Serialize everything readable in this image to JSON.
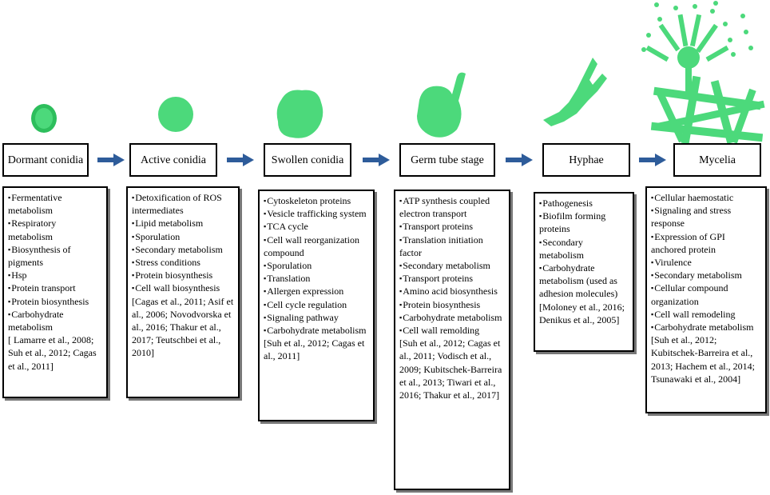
{
  "colors": {
    "cell_fill": "#4CD97B",
    "cell_dark": "#2DBE5C",
    "arrow": "#2E5C9A"
  },
  "stages": [
    {
      "title": "Dormant conidia",
      "items": [
        "Fermentative metabolism",
        "Respiratory metabolism",
        "Biosynthesis of pigments",
        "Hsp",
        "Protein transport",
        "Protein biosynthesis",
        "Carbohydrate metabolism"
      ],
      "refs": "[ Lamarre et al., 2008; Suh et al., 2012; Cagas et al., 2011]"
    },
    {
      "title": "Active conidia",
      "items": [
        "Detoxification of ROS intermediates",
        "Lipid metabolism",
        "Sporulation",
        "Secondary metabolism",
        "Stress conditions",
        "Protein biosynthesis",
        "Cell wall biosynthesis"
      ],
      "refs": "[Cagas et al., 2011; Asif et al., 2006; Novodvorska et al., 2016; Thakur et al., 2017; Teutschbei et al., 2010]"
    },
    {
      "title": "Swollen conidia",
      "items": [
        "Cytoskeleton proteins",
        "Vesicle trafficking system",
        "TCA cycle",
        "Cell wall reorganization compound",
        "Sporulation",
        "Translation",
        "Allergen expression",
        "Cell cycle regulation",
        "Signaling pathway",
        "Carbohydrate metabolism"
      ],
      "refs": "[Suh et al., 2012; Cagas et al., 2011]"
    },
    {
      "title": "Germ tube stage",
      "items": [
        "ATP synthesis coupled electron transport",
        "Transport proteins",
        "Translation initiation factor",
        "Secondary metabolism",
        "Transport proteins",
        "Amino acid biosynthesis",
        "Protein biosynthesis",
        "Carbohydrate metabolism",
        "Cell wall remolding"
      ],
      "refs": "[Suh et al., 2012; Cagas et al., 2011; Vodisch et al., 2009; Kubitschek-Barreira et al., 2013; Tiwari et al., 2016; Thakur et al., 2017]"
    },
    {
      "title": "Hyphae",
      "items": [
        "Pathogenesis",
        "Biofilm forming proteins",
        "Secondary metabolism",
        "Carbohydrate metabolism (used as adhesion molecules)"
      ],
      "refs": "[Moloney et al., 2016; Denikus et al., 2005]"
    },
    {
      "title": "Mycelia",
      "items": [
        "Cellular haemostatic",
        "Signaling and stress response",
        "Expression of GPI anchored protein",
        "Virulence",
        "Secondary metabolism",
        "Cellular compound organization",
        "Cell wall remodeling",
        "Carbohydrate metabolism"
      ],
      "refs": "[Suh et al., 2012; Kubitschek-Barreira et al., 2013; Hachem et al., 2014; Tsunawaki et al., 2004]"
    }
  ]
}
